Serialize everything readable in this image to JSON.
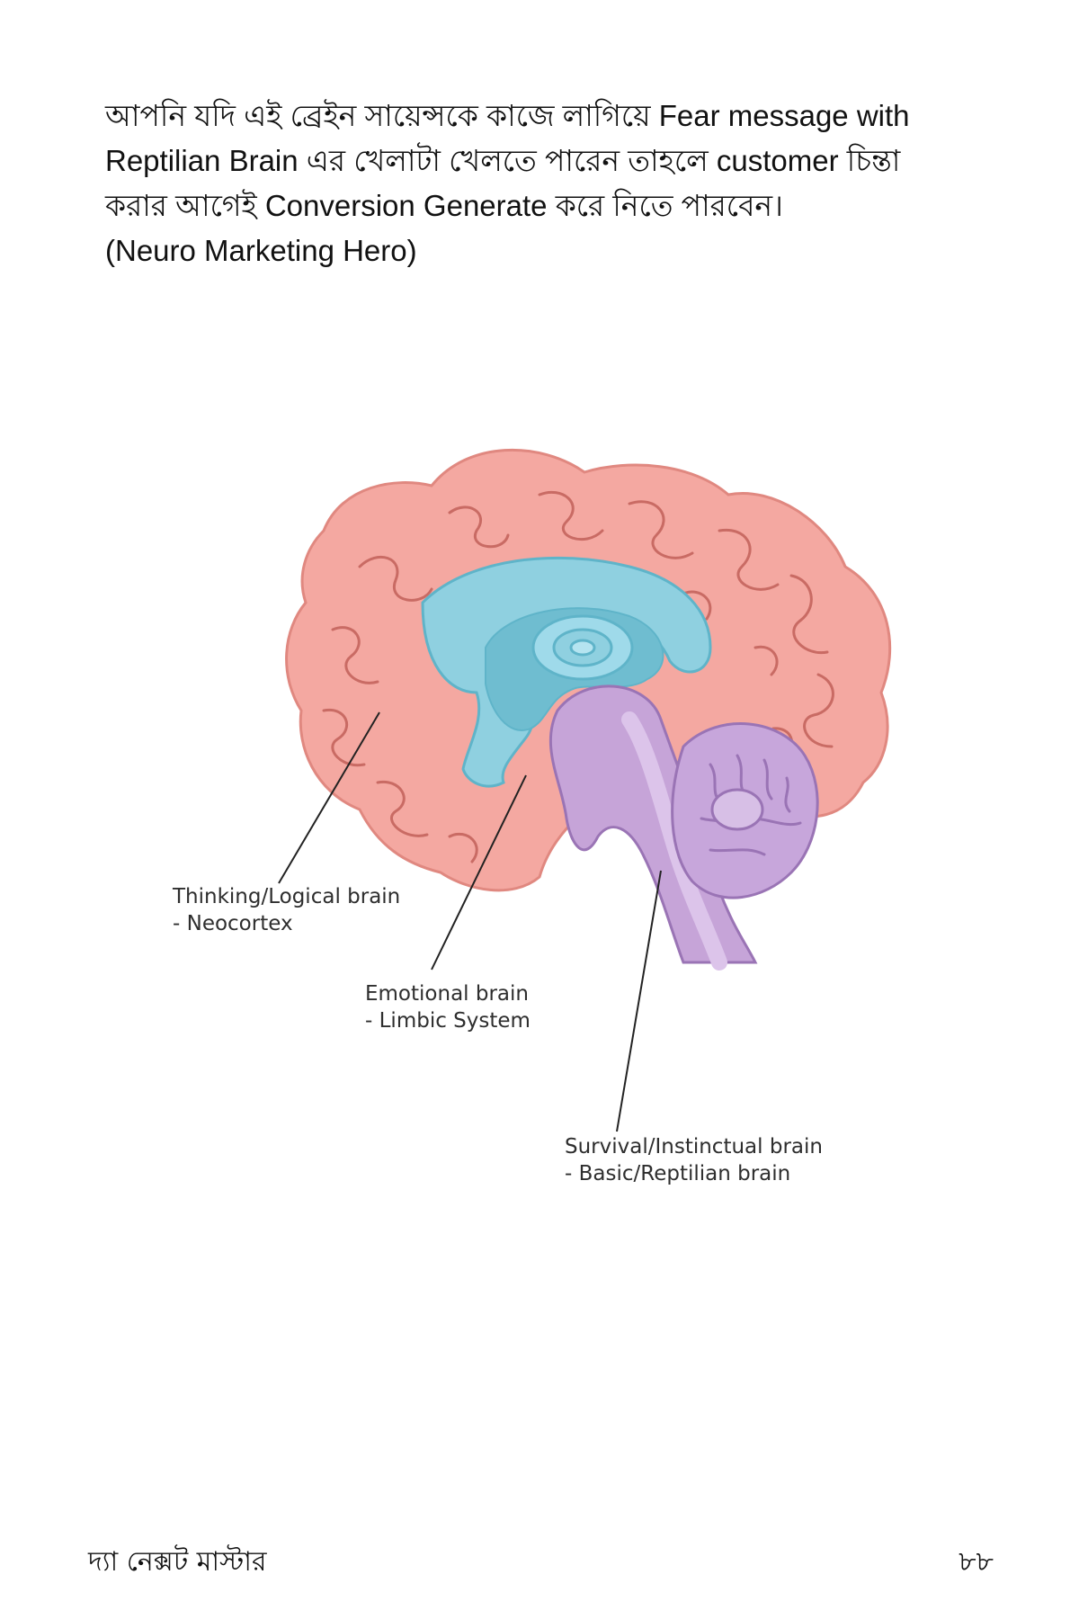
{
  "body": {
    "paragraph": "আপনি যদি এই ব্রেইন সায়েন্সকে কাজে লাগিয়ে Fear message with Reptilian Brain এর খেলাটা খেলতে পারেন তাহলে customer চিন্তা করার আগেই Conversion Generate করে নিতে পারবেন।",
    "attribution": "(Neuro Marketing Hero)"
  },
  "figure": {
    "labels": {
      "neocortex_line1": "Thinking/Logical brain",
      "neocortex_line2": "- Neocortex",
      "limbic_line1": "Emotional brain",
      "limbic_line2": "- Limbic System",
      "reptilian_line1": "Survival/Instinctual brain",
      "reptilian_line2": "- Basic/Reptilian brain"
    },
    "colors": {
      "cortex": "#f4a8a1",
      "cortex_fold": "#c96b64",
      "limbic": "#8fd0e0",
      "limbic_dark": "#5fb4c9",
      "brainstem": "#c6a4d8",
      "brainstem_dark": "#9a74b5",
      "cerebellum": "#c7a6db"
    }
  },
  "footer": {
    "book_title": "দ্যা নেক্সট মাস্টার",
    "page_number": "৮৮"
  }
}
